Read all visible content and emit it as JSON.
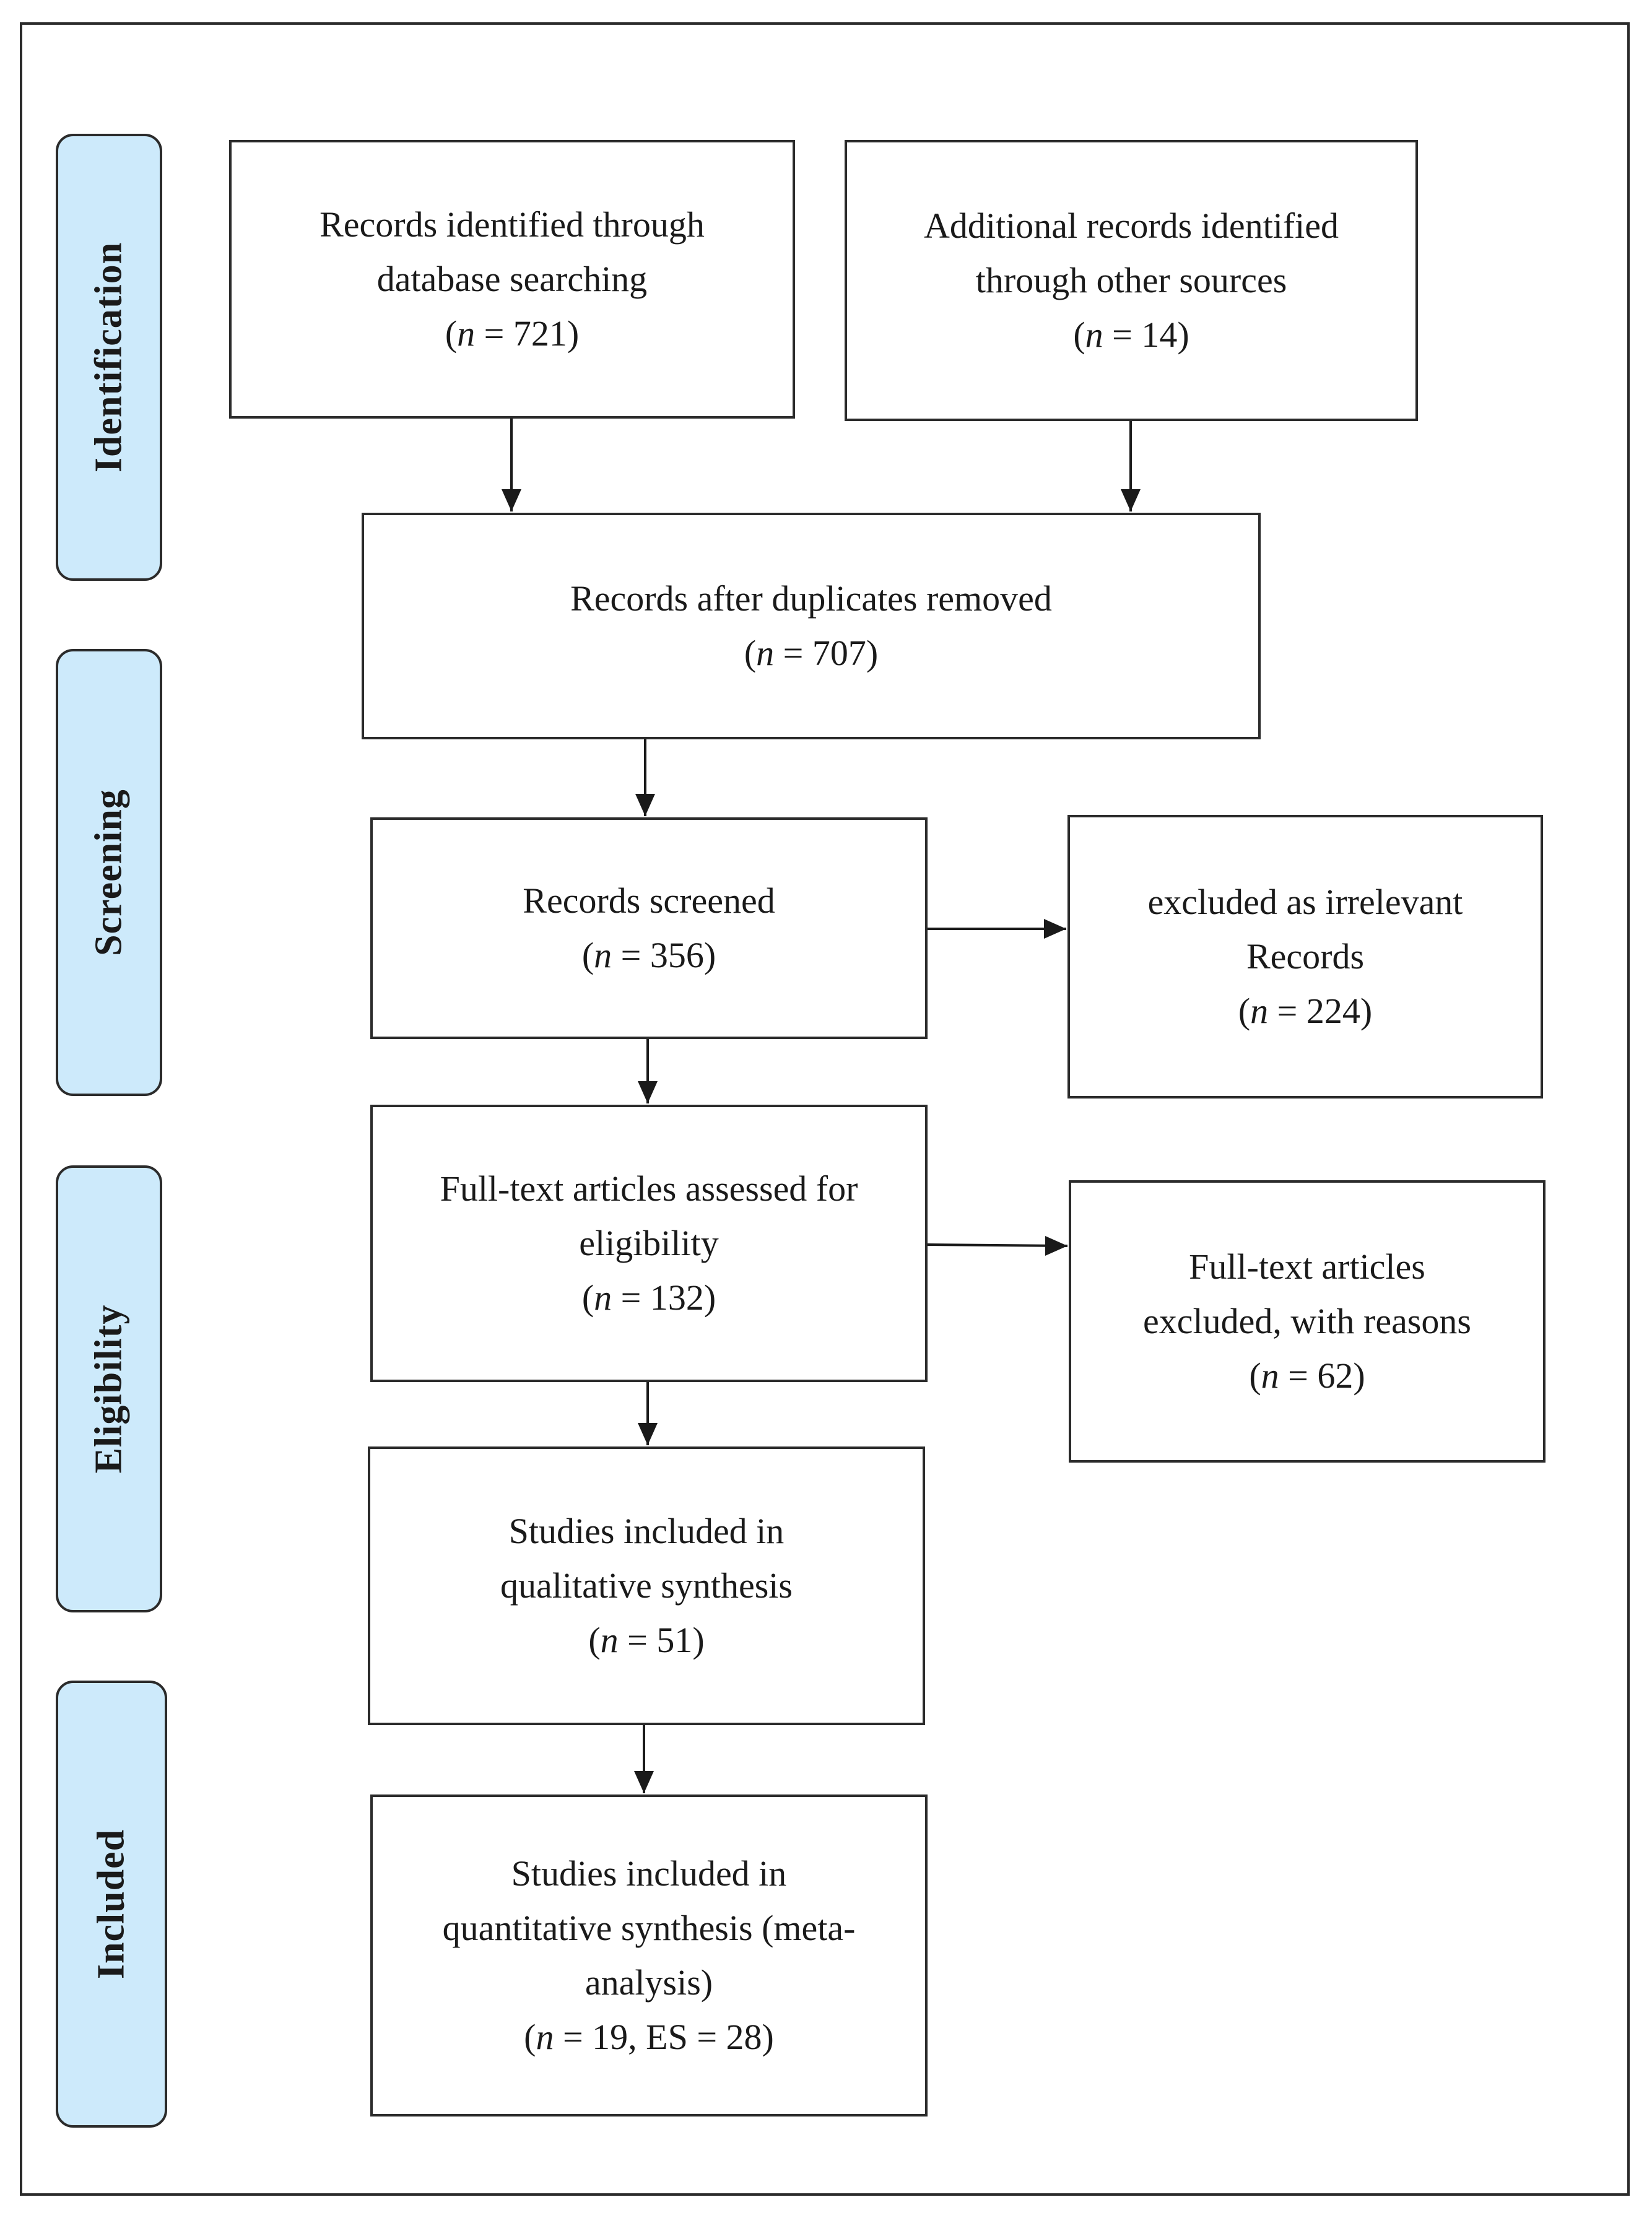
{
  "phases": {
    "identification": "Identification",
    "screening": "Screening",
    "eligibility": "Eligibility",
    "included": "Included"
  },
  "boxes": {
    "database": {
      "lines": [
        "Records identified through",
        "database searching"
      ],
      "n_prefix": "(",
      "n_var": "n",
      "n_rest": " = 721)"
    },
    "other_sources": {
      "lines": [
        "Additional records identified",
        "through other sources"
      ],
      "n_prefix": "(",
      "n_var": "n",
      "n_rest": " = 14)"
    },
    "duplicates_removed": {
      "lines": [
        "Records after duplicates removed"
      ],
      "n_prefix": "(",
      "n_var": "n",
      "n_rest": " = 707)"
    },
    "screened": {
      "lines": [
        "Records screened"
      ],
      "n_prefix": "(",
      "n_var": "n",
      "n_rest": " = 356)"
    },
    "excluded_irrelevant": {
      "lines": [
        "excluded as irrelevant",
        "Records"
      ],
      "n_prefix": "(",
      "n_var": "n",
      "n_rest": " = 224)"
    },
    "fulltext_assessed": {
      "lines": [
        "Full-text articles assessed for",
        "eligibility"
      ],
      "n_prefix": "(",
      "n_var": "n",
      "n_rest": " = 132)"
    },
    "fulltext_excluded": {
      "lines": [
        "Full-text articles",
        "excluded, with reasons"
      ],
      "n_prefix": "(",
      "n_var": "n",
      "n_rest": " = 62)"
    },
    "qualitative": {
      "lines": [
        "Studies included in",
        "qualitative synthesis"
      ],
      "n_prefix": "(",
      "n_var": "n",
      "n_rest": " = 51)"
    },
    "quantitative": {
      "lines": [
        "Studies included in",
        "quantitative synthesis (meta-",
        "analysis)"
      ],
      "n_prefix": "(",
      "n_var": "n",
      "n_rest": " = 19, ES = 28)"
    }
  }
}
